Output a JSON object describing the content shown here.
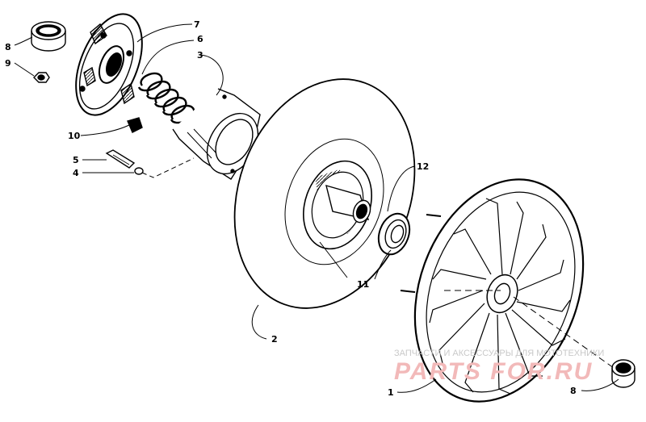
{
  "diagram": {
    "callouts": [
      {
        "id": "1",
        "text": "1"
      },
      {
        "id": "2",
        "text": "2"
      },
      {
        "id": "3",
        "text": "3"
      },
      {
        "id": "4",
        "text": "4"
      },
      {
        "id": "5",
        "text": "5"
      },
      {
        "id": "6",
        "text": "6"
      },
      {
        "id": "7",
        "text": "7"
      },
      {
        "id": "8a",
        "text": "8"
      },
      {
        "id": "8b",
        "text": "8"
      },
      {
        "id": "9",
        "text": "9"
      },
      {
        "id": "10",
        "text": "10"
      },
      {
        "id": "11",
        "text": "11"
      },
      {
        "id": "12",
        "text": "12"
      }
    ]
  },
  "watermark": {
    "tagline": "ЗАПЧАСТИ И АКСЕССУАРЫ ДЛЯ МОТОТЕХНИКИ",
    "logo": "PARTS FOR.RU"
  }
}
